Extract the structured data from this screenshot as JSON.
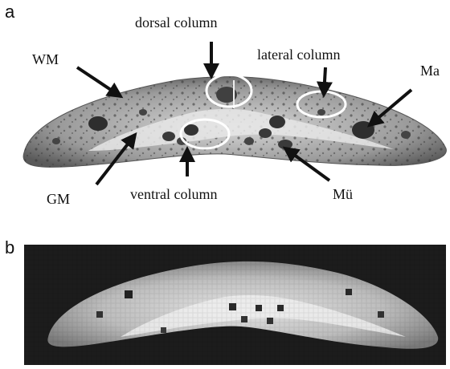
{
  "panels": {
    "a": {
      "letter": "a"
    },
    "b": {
      "letter": "b"
    }
  },
  "labels": {
    "dorsal_column": "dorsal column",
    "lateral_column": "lateral column",
    "ventral_column": "ventral column",
    "wm": "WM",
    "gm": "GM",
    "ma": "Ma",
    "mu": "Mü"
  },
  "colors": {
    "tissue_light": "#c9c9c9",
    "tissue_dark": "#3a3a3a",
    "mri_background": "#1c1c1c",
    "mri_bright": "#d8d8d8",
    "highlight_circle": "#ffffff",
    "arrow": "#111111"
  }
}
